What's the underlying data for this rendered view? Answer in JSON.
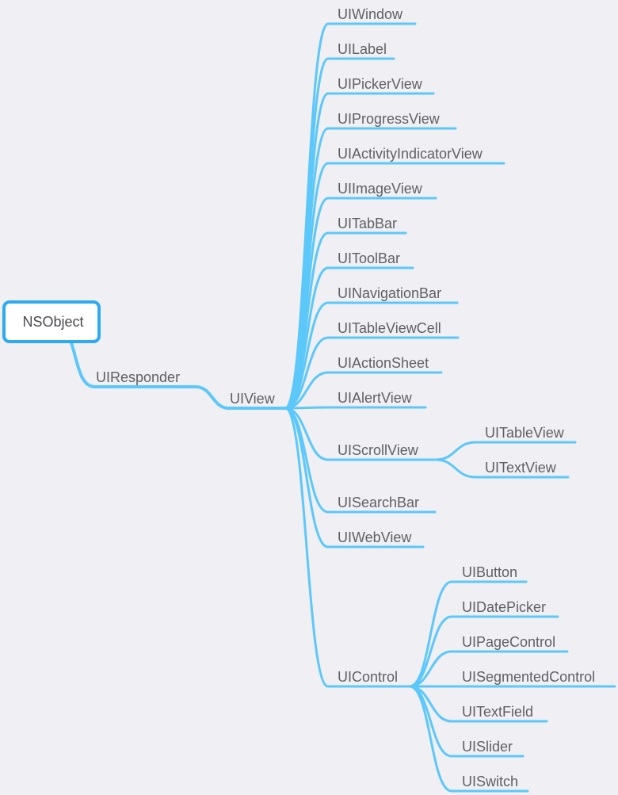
{
  "colors": {
    "background": "#efeff4",
    "connector": "#5cc8fa",
    "root_border": "#2eaaf0",
    "text": "#5f5f64"
  },
  "root": {
    "label": "NSObject"
  },
  "responder": {
    "label": "UIResponder"
  },
  "view": {
    "label": "UIView"
  },
  "view_children": [
    {
      "key": "window",
      "label": "UIWindow"
    },
    {
      "key": "label",
      "label": "UILabel"
    },
    {
      "key": "pickerview",
      "label": "UIPickerView"
    },
    {
      "key": "progressview",
      "label": "UIProgressView"
    },
    {
      "key": "activityindicatorview",
      "label": "UIActivityIndicatorView"
    },
    {
      "key": "imageview",
      "label": "UIImageView"
    },
    {
      "key": "tabbar",
      "label": "UITabBar"
    },
    {
      "key": "toolbar",
      "label": "UIToolBar"
    },
    {
      "key": "navigationbar",
      "label": "UINavigationBar"
    },
    {
      "key": "tableviewcell",
      "label": "UITableViewCell"
    },
    {
      "key": "actionsheet",
      "label": "UIActionSheet"
    },
    {
      "key": "alertview",
      "label": "UIAlertView"
    },
    {
      "key": "scrollview",
      "label": "UIScrollView"
    },
    {
      "key": "searchbar",
      "label": "UISearchBar"
    },
    {
      "key": "webview",
      "label": "UIWebView"
    },
    {
      "key": "control",
      "label": "UIControl"
    }
  ],
  "scrollview_children": [
    {
      "key": "tableview",
      "label": "UITableView"
    },
    {
      "key": "textview",
      "label": "UITextView"
    }
  ],
  "control_children": [
    {
      "key": "button",
      "label": "UIButton"
    },
    {
      "key": "datepicker",
      "label": "UIDatePicker"
    },
    {
      "key": "pagecontrol",
      "label": "UIPageControl"
    },
    {
      "key": "segmentedcontrol",
      "label": "UISegmentedControl"
    },
    {
      "key": "textfield",
      "label": "UITextField"
    },
    {
      "key": "slider",
      "label": "UISlider"
    },
    {
      "key": "switch",
      "label": "UISwitch"
    }
  ]
}
